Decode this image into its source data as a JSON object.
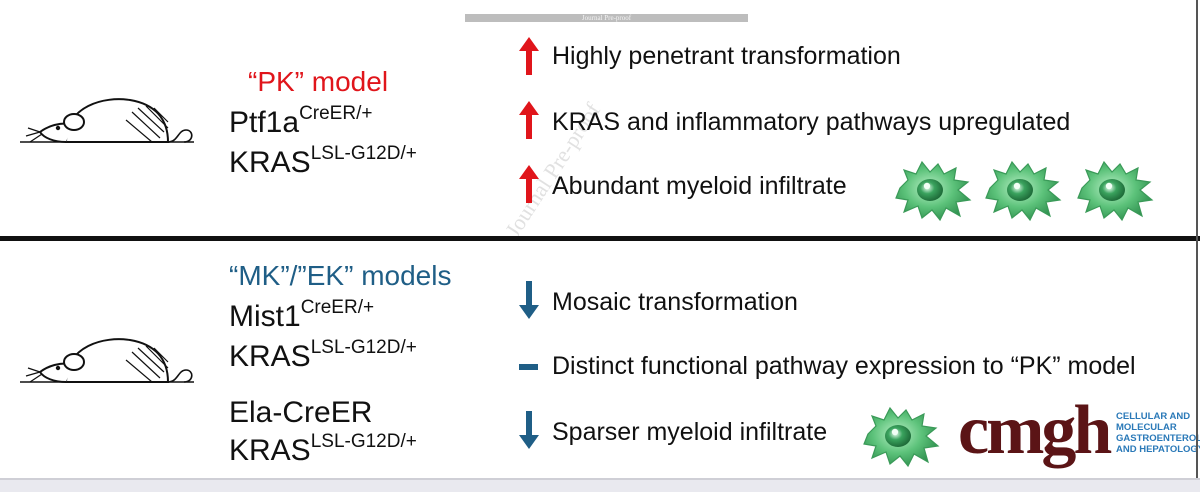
{
  "header": {
    "journal_preproof_bar": "Journal Pre-proof"
  },
  "watermark": "Journal Pre-proof",
  "panel_top": {
    "model_title": "“PK” model",
    "genotype_lines": [
      {
        "base": "Ptf1a",
        "sup": "CreER/+"
      },
      {
        "base": "KRAS",
        "sup": "LSL-G12D/+"
      }
    ],
    "features": [
      {
        "direction": "up",
        "text": "Highly penetrant transformation"
      },
      {
        "direction": "up",
        "text": "KRAS and inflammatory pathways upregulated"
      },
      {
        "direction": "up",
        "text": "Abundant myeloid infiltrate"
      }
    ],
    "myeloid_cell_count": 3
  },
  "panel_bottom": {
    "model_title": "“MK”/”EK” models",
    "genotype_lines": [
      {
        "base": "Mist1",
        "sup": "CreER/+"
      },
      {
        "base": "KRAS",
        "sup": "LSL-G12D/+"
      },
      {
        "base": "Ela-CreER",
        "sup": ""
      },
      {
        "base": "KRAS",
        "sup": "LSL-G12D/+"
      }
    ],
    "features": [
      {
        "direction": "down",
        "text": "Mosaic transformation"
      },
      {
        "direction": "neutral",
        "text": "Distinct functional pathway expression to “PK” model"
      },
      {
        "direction": "down",
        "text": "Sparser myeloid infiltrate"
      }
    ],
    "myeloid_cell_count": 1
  },
  "logo": {
    "wordmark": "cmgh",
    "subtitle_lines": [
      "CELLULAR AND",
      "MOLECULAR",
      "GASTROENTEROLOGY",
      "AND HEPATOLOGY"
    ]
  },
  "colors": {
    "up_arrow": "#e0151b",
    "down_arrow": "#1f5e86",
    "pk_title": "#e0151b",
    "mk_title": "#1f5e86",
    "logo_wordmark": "#5b1416",
    "logo_subtitle": "#2a79b8",
    "myeloid_cell": "#5cc27a"
  }
}
